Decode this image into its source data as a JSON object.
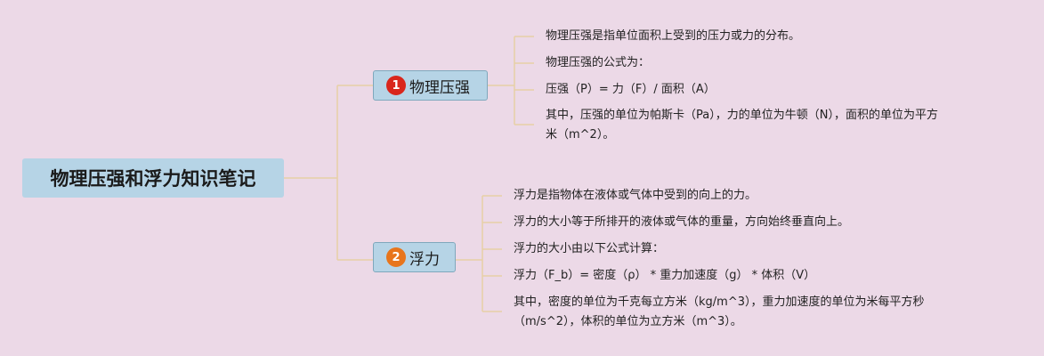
{
  "root": {
    "title": "物理压强和浮力知识笔记"
  },
  "colors": {
    "background": "#ecd9e7",
    "node_fill": "#b6d4e6",
    "connector": "#e7cfa6",
    "badge_1": "#d9261c",
    "badge_2": "#e8751c"
  },
  "branches": [
    {
      "number": "1",
      "label": "物理压强",
      "leaves": [
        "物理压强是指单位面积上受到的压力或力的分布。",
        "物理压强的公式为：",
        "压强（P）= 力（F）/ 面积（A）",
        "其中，压强的单位为帕斯卡（Pa），力的单位为牛顿（N），面积的单位为平方",
        "米（m^2）。"
      ]
    },
    {
      "number": "2",
      "label": "浮力",
      "leaves": [
        "浮力是指物体在液体或气体中受到的向上的力。",
        "浮力的大小等于所排开的液体或气体的重量，方向始终垂直向上。",
        "浮力的大小由以下公式计算：",
        "浮力（F_b）= 密度（ρ） * 重力加速度（g） * 体积（V）",
        "其中，密度的单位为千克每立方米（kg/m^3），重力加速度的单位为米每平方秒",
        "（m/s^2），体积的单位为立方米（m^3）。"
      ]
    }
  ]
}
